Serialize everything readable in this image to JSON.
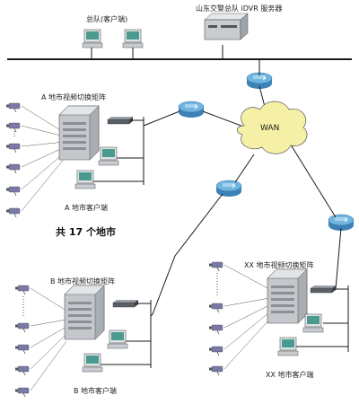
{
  "labels": {
    "hq_client": "总队(客户端)",
    "hq_server": "山东交警总队 iDVR 服务器",
    "wan": "WAN",
    "a_matrix": "A 地市视频切换矩阵",
    "a_client": "A 地市客户端",
    "total": "共 17 个地市",
    "b_matrix": "B 地市视频切换矩阵",
    "b_client": "B 地市客户端",
    "xx_matrix": "XX 地市视频切换矩阵",
    "xx_client": "XX 地市客户端"
  },
  "colors": {
    "router": "#6fb5e0",
    "wan_cloud": "#f6f0a6",
    "line": "#1a1a1a",
    "camera": "#7a7aa8",
    "server": "#c8ccd0"
  }
}
